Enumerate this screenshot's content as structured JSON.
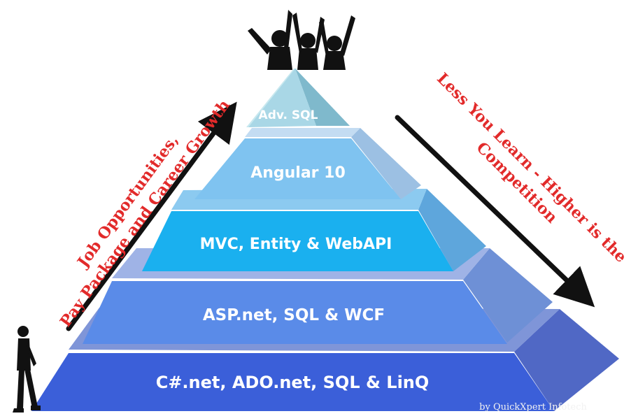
{
  "pyramid": {
    "tiers": [
      {
        "label": "C#.net, ADO.net, SQL & LinQ",
        "front": "#3b5fd9",
        "side": "#5068c5",
        "top": "#7f95d8"
      },
      {
        "label": "ASP.net, SQL & WCF",
        "front": "#5a8be8",
        "side": "#6e90d6",
        "top": "#9fb3e6"
      },
      {
        "label": "MVC, Entity & WebAPI",
        "front": "#1ab0ef",
        "side": "#5ea6dc",
        "top": "#8ccaf0"
      },
      {
        "label": "Angular  10",
        "front": "#7fc3f0",
        "side": "#9cc0e3",
        "top": "#c3dcf2"
      },
      {
        "label": "Adv. SQL",
        "front": "#a9d7e6",
        "side": "#7fb9cc",
        "top": "#c8e8ef"
      }
    ]
  },
  "left_caption": {
    "line1": "Job Opportunities,",
    "line2": "Pay Package and Career Growth"
  },
  "right_caption": {
    "line1": "Less You Learn - Higher is the",
    "line2": "Competition"
  },
  "credit": "by QuickXpert Infotech",
  "colors": {
    "caption": "#e22a2a",
    "arrow": "#111111",
    "silhouette": "#111111"
  }
}
